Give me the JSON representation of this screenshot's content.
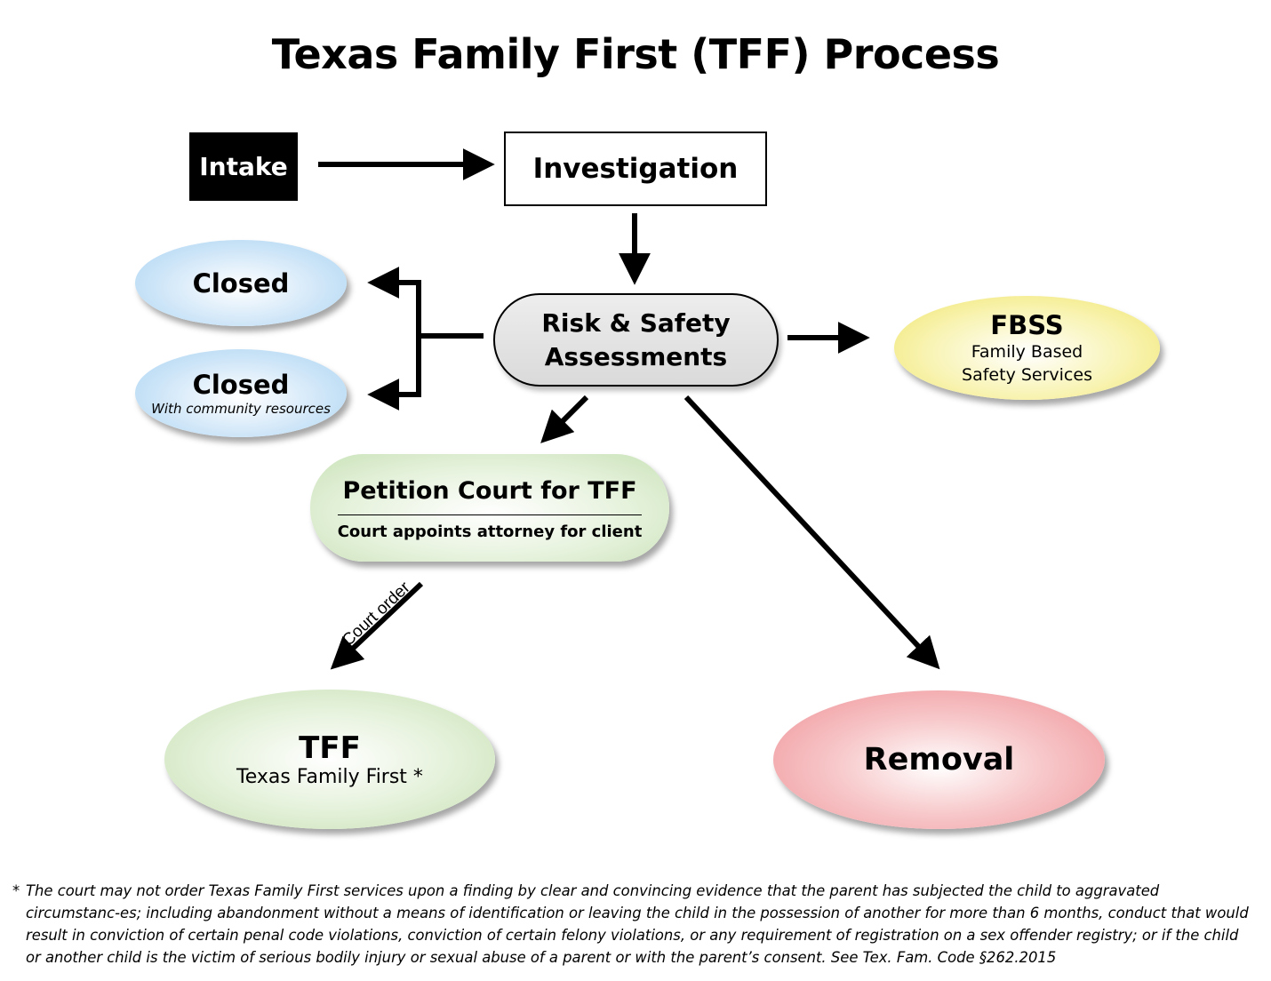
{
  "title": "Texas Family First (TFF) Process",
  "nodes": {
    "intake": "Intake",
    "investigation": "Investigation",
    "risk": {
      "line1": "Risk & Safety",
      "line2": "Assessments"
    },
    "closed": "Closed",
    "closed_resources": {
      "main": "Closed",
      "sub": "With community resources"
    },
    "fbss": {
      "main": "FBSS",
      "sub_line1": "Family Based",
      "sub_line2": "Safety Services"
    },
    "petition": {
      "main": "Petition Court for TFF",
      "sub": "Court appoints attorney for client"
    },
    "tff": {
      "main": "TFF",
      "sub": "Texas Family First *"
    },
    "removal": "Removal"
  },
  "edge_labels": {
    "court_order": "Court order"
  },
  "footnote": {
    "star": "*",
    "text": "The court may not order Texas Family First services upon a finding by clear and convincing evidence that the parent has subjected the child to aggravated circumstanc-es; including abandonment without a means of identification or leaving the child in the possession of another for more than 6 months, conduct that would result in conviction of certain penal code violations, conviction of certain felony violations, or any requirement of registration on a sex offender registry; or if the child or another child is the victim of serious bodily injury or sexual abuse of a parent or with the parent’s consent. See Tex. Fam. Code §262.2015"
  },
  "colors": {
    "closed_fill": "#a9d3f2",
    "fbss_fill": "#f0e46a",
    "petition_fill": "#c9e2b8",
    "tff_fill": "#c5e0b2",
    "removal_fill": "#ef9196",
    "risk_fill": "#dadada"
  }
}
